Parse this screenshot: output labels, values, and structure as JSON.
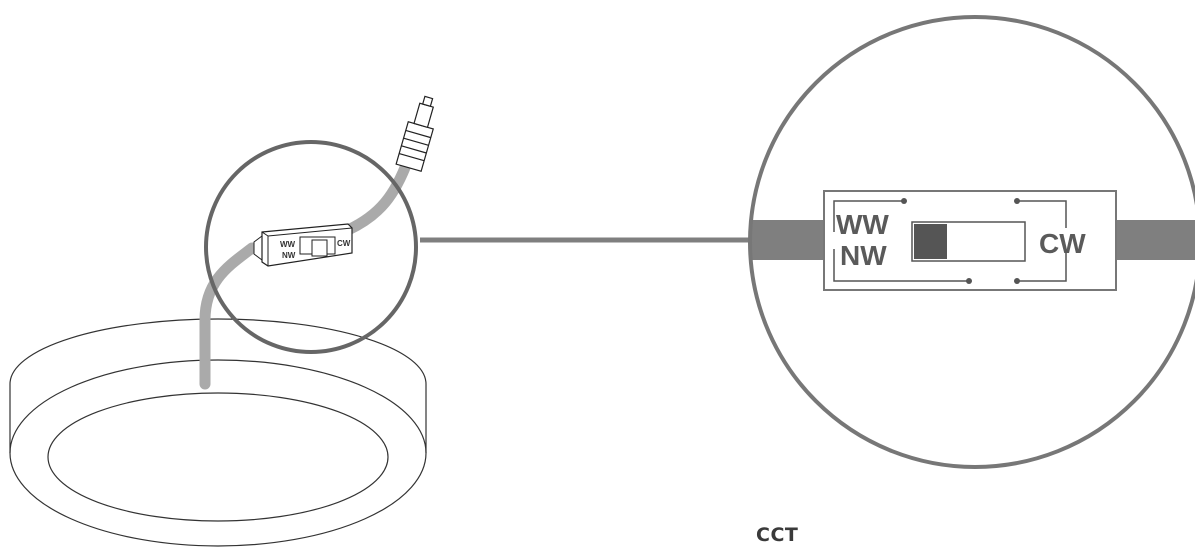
{
  "labels": {
    "ww": "WW",
    "nw": "NW",
    "cw": "CW",
    "caption": "CCT"
  },
  "switch_state": "WW",
  "colors": {
    "outline": "#666666",
    "cable": "#aaaaaa",
    "cable_dark": "#7f7f7f",
    "knob": "#555555",
    "wire": "#555555"
  }
}
